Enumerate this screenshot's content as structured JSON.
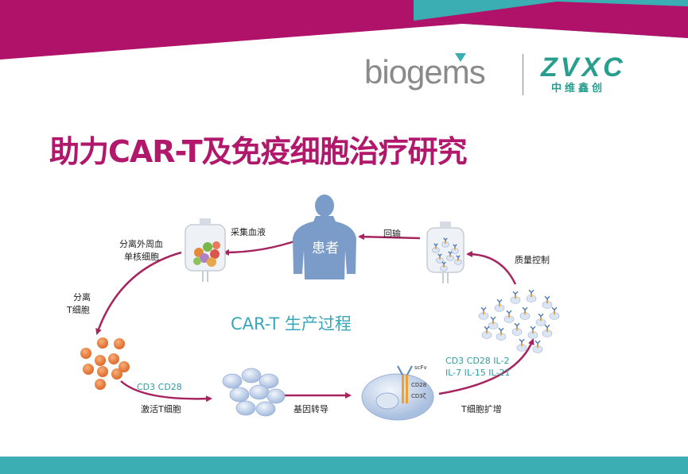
{
  "header": {
    "brand_left": "biogems",
    "brand_right": "ZVXC",
    "brand_right_sub": "中维鑫创",
    "title": "助力CAR-T及免疫细胞治疗研究"
  },
  "diagram": {
    "center_title": "CAR-T 生产过程",
    "patient": "患者",
    "steps": {
      "collect_blood": "采集血液",
      "pbmc": [
        "分离外周血",
        "单核细胞"
      ],
      "separate_t": [
        "分离",
        "T细胞"
      ],
      "activate": "激活T细胞",
      "activate_markers": "CD3  CD28",
      "transduction": "基因转导",
      "expansion": "T细胞扩增",
      "expansion_factors": [
        "CD3  CD28 IL-2",
        "IL-7  IL-15  IL-21"
      ],
      "quality_control": "质量控制",
      "reinfusion": "回输"
    },
    "car_labels": {
      "scfv": "scFv",
      "cd28": "CD28",
      "cd3z": "CD3ζ"
    }
  },
  "colors": {
    "magenta": "#b1176b",
    "teal": "#3aaeb2",
    "arrow": "#a6245f",
    "body": "#7b9cc9"
  }
}
